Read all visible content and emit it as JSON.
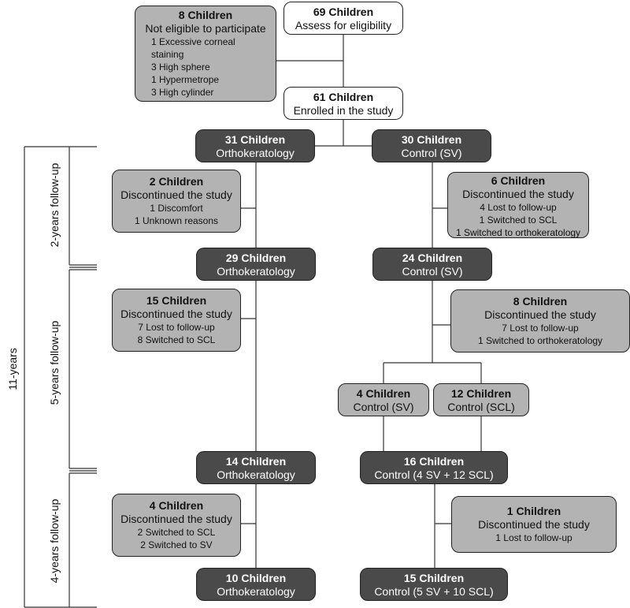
{
  "boxes": {
    "assess": {
      "title": "69 Children",
      "subtitle": "Assess for eligibility"
    },
    "not_eligible": {
      "title": "8 Children",
      "subtitle": "Not eligible to participate",
      "details": [
        "1 Excessive corneal",
        "staining",
        "3 High sphere",
        "1 Hypermetrope",
        "3 High cylinder"
      ]
    },
    "enrolled": {
      "title": "61 Children",
      "subtitle": "Enrolled in the study"
    },
    "ortho_31": {
      "title": "31 Children",
      "subtitle": "Orthokeratology"
    },
    "control_30": {
      "title": "30 Children",
      "subtitle": "Control (SV)"
    },
    "disc_2": {
      "title": "2 Children",
      "subtitle": "Discontinued the study",
      "details": [
        "1 Discomfort",
        "1 Unknown reasons"
      ]
    },
    "disc_6": {
      "title": "6 Children",
      "subtitle": "Discontinued the study",
      "details": [
        "4 Lost to follow-up",
        "1 Switched to SCL",
        "1 Switched to orthokeratology"
      ]
    },
    "ortho_29": {
      "title": "29 Children",
      "subtitle": "Orthokeratology"
    },
    "control_24": {
      "title": "24 Children",
      "subtitle": "Control (SV)"
    },
    "disc_15": {
      "title": "15 Children",
      "subtitle": "Discontinued the study",
      "details": [
        "7 Lost to follow-up",
        "8 Switched to SCL"
      ]
    },
    "disc_8": {
      "title": "8 Children",
      "subtitle": "Discontinued the study",
      "details": [
        "7 Lost to follow-up",
        "1 Switched to orthokeratology"
      ]
    },
    "control_sv_4": {
      "title": "4 Children",
      "subtitle": "Control (SV)"
    },
    "control_scl_12": {
      "title": "12 Children",
      "subtitle": "Control (SCL)"
    },
    "ortho_14": {
      "title": "14 Children",
      "subtitle": "Orthokeratology"
    },
    "control_16": {
      "title": "16 Children",
      "subtitle": "Control (4 SV + 12 SCL)"
    },
    "disc_4": {
      "title": "4 Children",
      "subtitle": "Discontinued the study",
      "details": [
        "2 Switched to SCL",
        "2 Switched to SV"
      ]
    },
    "disc_1": {
      "title": "1 Children",
      "subtitle": "Discontinued the study",
      "details": [
        "1 Lost to follow-up"
      ]
    },
    "ortho_10": {
      "title": "10 Children",
      "subtitle": "Orthokeratology"
    },
    "control_15": {
      "title": "15 Children",
      "subtitle": "Control (5 SV + 10 SCL)"
    }
  },
  "labels": {
    "total": "11-years",
    "phase1": "2-years follow-up",
    "phase2": "5-years follow-up",
    "phase3": "4-years follow-up"
  }
}
